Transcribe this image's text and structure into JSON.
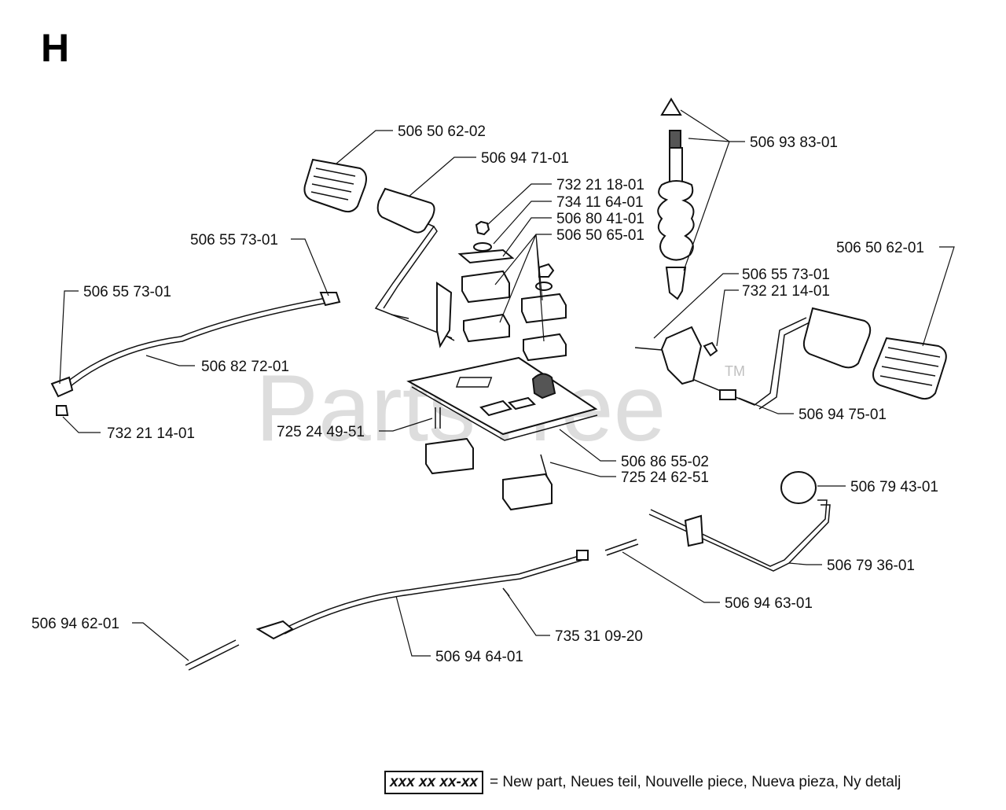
{
  "section_letter": "H",
  "watermark": "PartsTree",
  "watermark_tm": "TM",
  "legend": {
    "box_text": "xxx xx xx-xx",
    "text": "= New part, Neues teil, Nouvelle piece, Nueva pieza, Ny detalj"
  },
  "callouts": [
    "506 50 62-02",
    "506 94 71-01",
    "732 21 18-01",
    "734 11 64-01",
    "506 80 41-01",
    "506 50 65-01",
    "506 93 83-01",
    "506 50 62-01",
    "506 55 73-01",
    "506 55 73-01",
    "506 55 73-01",
    "732 21 14-01",
    "506 82 72-01",
    "732 21 14-01",
    "506 94 75-01",
    "725 24 49-51",
    "506 86 55-02",
    "725 24 62-51",
    "506 79 43-01",
    "506 79 36-01",
    "506 94 63-01",
    "506 94 62-01",
    "735 31 09-20",
    "506 94 64-01"
  ]
}
